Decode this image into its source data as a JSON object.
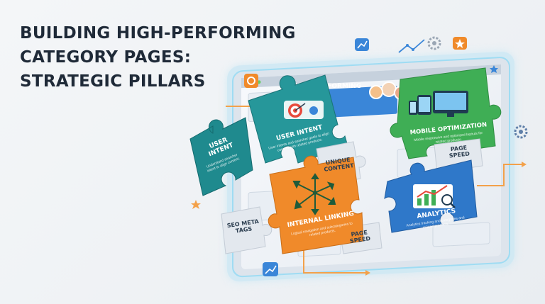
{
  "title_lines": [
    "BUILDING HIGH-PERFORMING",
    "CATEGORY PAGES:",
    "STRATEGIC PILLARS"
  ],
  "pieces": {
    "user_intent_left": "USER\nINTENT",
    "user_intent_left_desc": "Understand searcher intent to align content.",
    "user_intent_main": "USER INTENT",
    "user_intent_main_desc": "User intents and searcher goals to align content with related products.",
    "mobile": "MOBILE OPTIMIZATION",
    "mobile_desc": "Mobile responsive and optimized layouts for related products.",
    "unique": "UNIQUE\nCONTENT",
    "page_speed_top": "PAGE\nSPEED",
    "seo_meta": "SEO META\nTAGS",
    "internal": "INTERNAL LINKING",
    "internal_desc": "Logical navigation and subcategories to related products.",
    "page_speed_bottom": "PAGE\nSPEED",
    "analytics": "ANALYTICS",
    "analytics_desc": "Analytics tracking and categories and related products."
  },
  "screen_header": "HIGH-PERFORMING",
  "colors": {
    "title": "#1f2a38",
    "teal": "#1f8a8e",
    "green": "#3fae55",
    "orange": "#f08a2a",
    "blue": "#2f78c9",
    "gray_piece": "#e3e8ee",
    "glow": "#7fd6f0"
  },
  "icons": [
    "target-icon",
    "devices-icon",
    "arrows-icon",
    "growth-chart-icon",
    "gear-icon",
    "star-icon",
    "trend-icon",
    "people-icon"
  ]
}
